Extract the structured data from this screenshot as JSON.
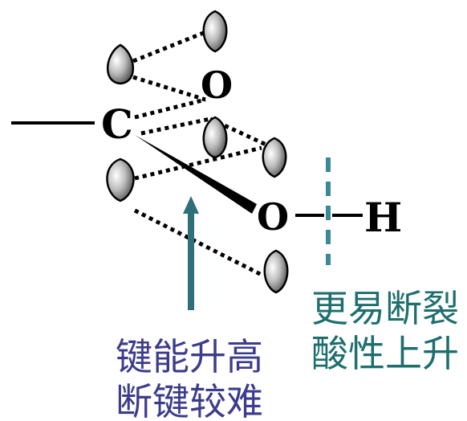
{
  "atoms": {
    "carbon": "C",
    "oxygen_top": "O",
    "oxygen_bottom": "O",
    "hydrogen": "H"
  },
  "annotations": {
    "left": {
      "line1": "键能升高",
      "line2": "断键较难",
      "color": "#3c3c8c"
    },
    "right": {
      "line1": "更易断裂",
      "line2": "酸性上升",
      "color": "#1e6e6e"
    }
  },
  "colors": {
    "arrow": "#2f6f7a",
    "dashed_marker": "#3a8a96",
    "bond": "#000000",
    "orbital_light": "#ffffff",
    "orbital_dark": "#4a4a4a"
  }
}
